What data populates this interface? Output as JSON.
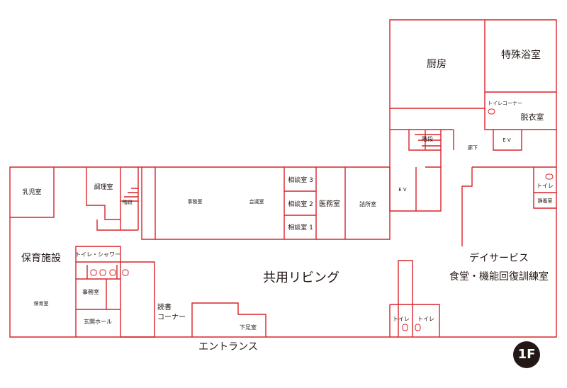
{
  "floor_badge": "1F",
  "labels": {
    "kitchen": "厨房",
    "special_bath": "特殊浴室",
    "toilet_corner": "トイレコーナー",
    "changing_room": "脱衣室",
    "stairs_top": "階段",
    "corridor": "廊下",
    "ev_top": "E V",
    "nursery_room": "乳児室",
    "cooking_room": "調理室",
    "stairs_left": "階段",
    "office_main": "事務室",
    "meeting_room": "会議室",
    "consult_3": "相談室 3",
    "consult_2": "相談室 2",
    "consult_1": "相談室 1",
    "medical_room": "医務室",
    "waiting_room": "詰所室",
    "ev_mid": "E V",
    "toilet_right": "トイレ",
    "quiet_room": "静養室",
    "childcare_facility": "保育施設",
    "toilet_shower": "トイレ・シャワー",
    "office_small": "事務室",
    "childcare_room": "保育室",
    "entrance_hall": "玄関ホール",
    "shared_living": "共用リビング",
    "reading_1": "読書",
    "reading_2": "コーナー",
    "shoe_room": "下足室",
    "day_service": "デイサービス",
    "dining_rehab": "食堂・機能回復訓練室",
    "toilet_bottom_1": "トイレ",
    "toilet_bottom_2": "トイレ",
    "entrance": "エントランス"
  }
}
